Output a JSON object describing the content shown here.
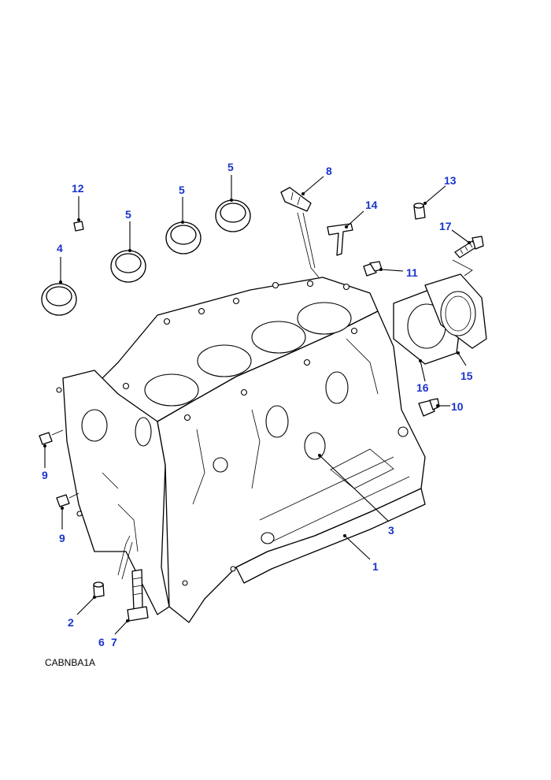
{
  "figure_code": "CABNBA1A",
  "callouts": {
    "c1": "1",
    "c2": "2",
    "c3": "3",
    "c4": "4",
    "c5a": "5",
    "c5b": "5",
    "c5c": "5",
    "c6": "6",
    "c7": "7",
    "c8": "8",
    "c9a": "9",
    "c9b": "9",
    "c10": "10",
    "c11": "11",
    "c12": "12",
    "c13": "13",
    "c14": "14",
    "c15": "15",
    "c16": "16",
    "c17": "17"
  },
  "colors": {
    "callout": "#1a33cc",
    "line": "#000000"
  }
}
